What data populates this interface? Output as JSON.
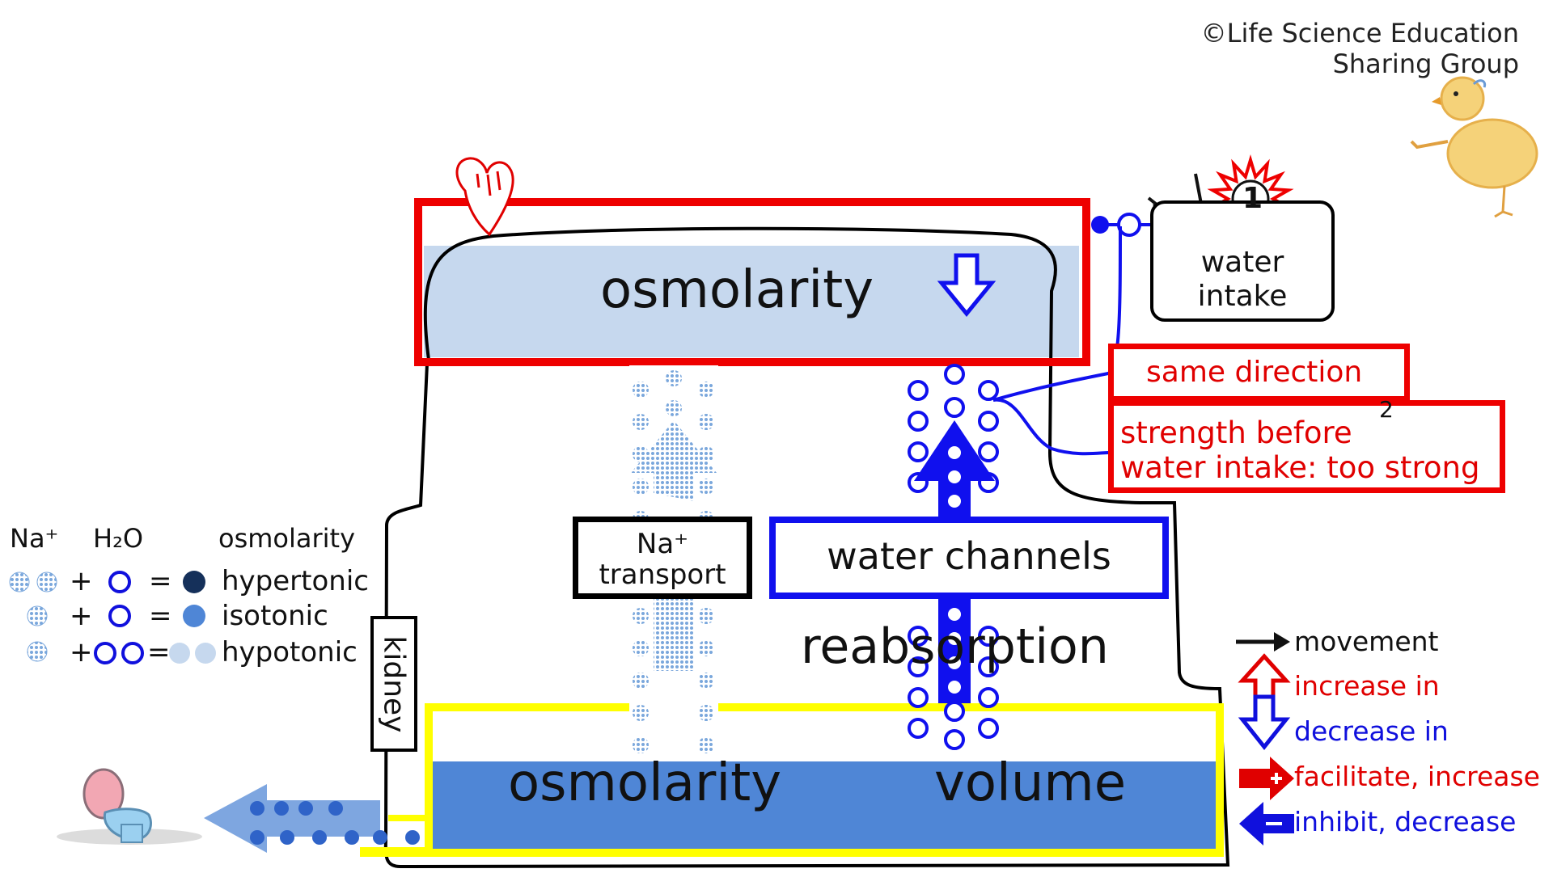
{
  "credit": {
    "line1": "©Life Science Education",
    "line2": "Sharing Group"
  },
  "top_compartment": {
    "label": "osmolarity"
  },
  "bottom_compartment": {
    "osmolarity_label": "osmolarity",
    "volume_label": "volume"
  },
  "labels": {
    "na_transport_line1": "Na⁺",
    "na_transport_line2": "transport",
    "water_channels": "water channels",
    "reabsorption": "reabsorption",
    "kidney": "kidney",
    "water_intake_line1": "water",
    "water_intake_line2": "intake",
    "same_direction": "same direction",
    "strength_line1": "strength before",
    "strength_line2": "water intake: too strong",
    "marker_1": "1",
    "marker_2": "2"
  },
  "left_legend": {
    "na_header": "Na⁺",
    "h2o_header": "H₂O",
    "osm_header": "osmolarity",
    "plus": "+",
    "equals": "=",
    "rows": [
      "hypertonic",
      "isotonic",
      "hypotonic"
    ]
  },
  "right_legend": [
    {
      "label": "movement",
      "color": "#111111"
    },
    {
      "label": "increase in",
      "color": "#e00000"
    },
    {
      "label": "decrease in",
      "color": "#1010dd"
    },
    {
      "label": "facilitate, increase",
      "color": "#e00000"
    },
    {
      "label": "inhibit, decrease",
      "color": "#1010dd"
    }
  ],
  "colors": {
    "top_fill": "#c6d8ee",
    "bottom_fill": "#4f86d6",
    "red_border": "#ee0000",
    "blue_border": "#1010ee",
    "yellow_border": "#ffff00"
  },
  "icons": [
    "heart-icon",
    "cup-icon",
    "starburst-icon",
    "chick-icon",
    "toilet-icon"
  ]
}
